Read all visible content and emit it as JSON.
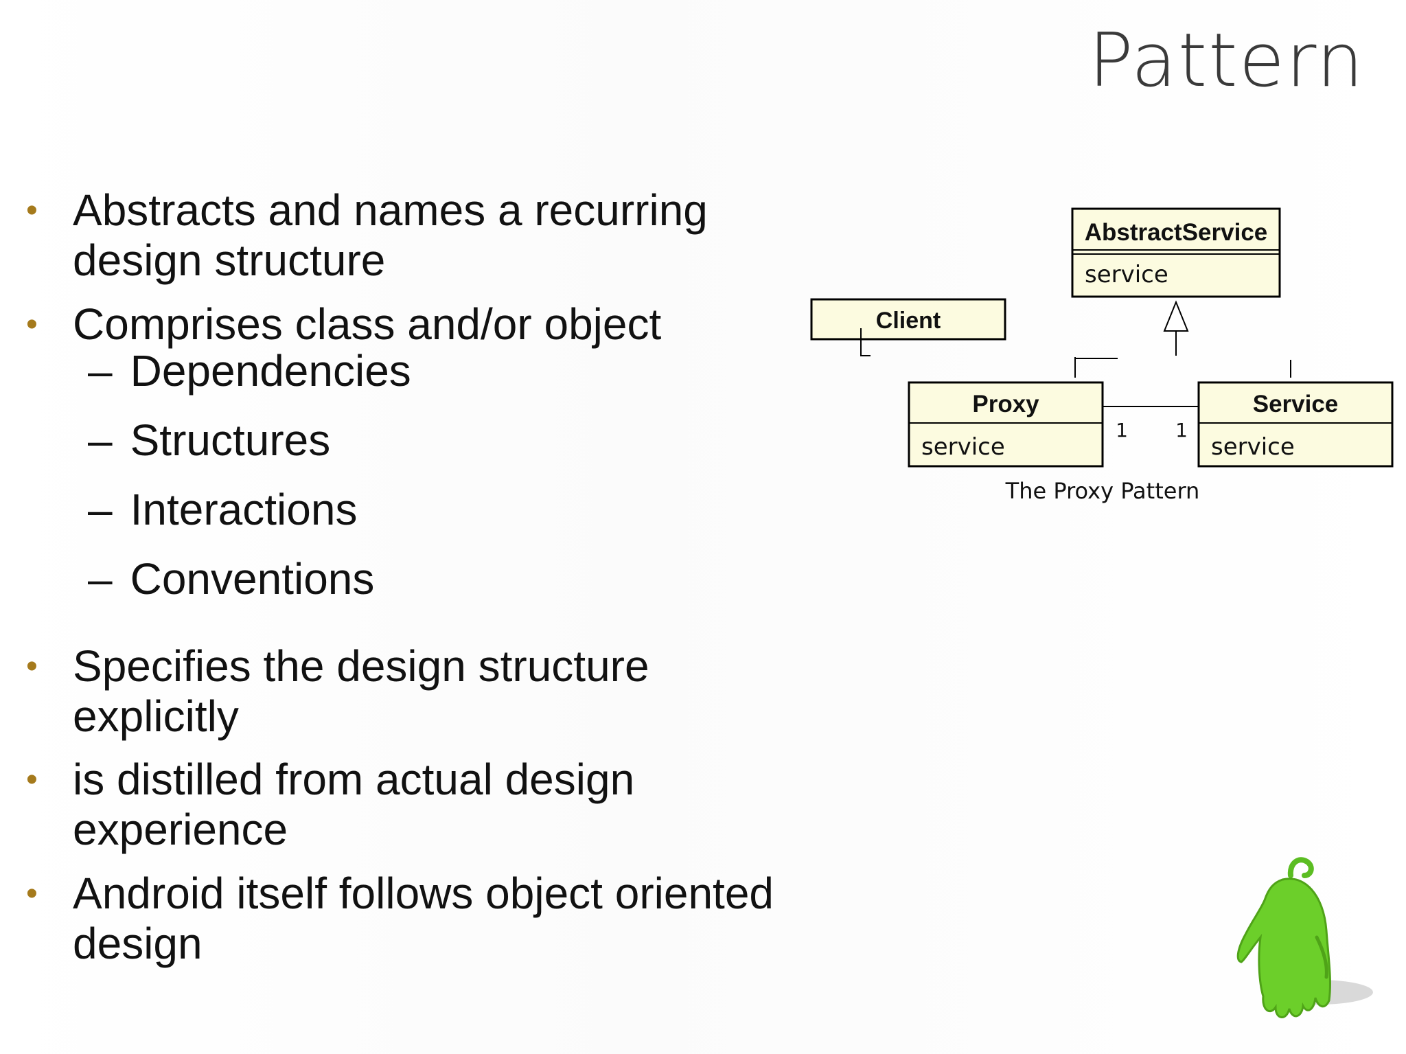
{
  "slide": {
    "title": "Pattern",
    "bullets": [
      {
        "text": "Abstracts and names a recurring design structure"
      },
      {
        "text": "Comprises class and/or object"
      },
      {
        "text": "Specifies the design structure explicitly"
      },
      {
        "text": "is distilled from actual design experience"
      },
      {
        "text": "Android itself follows object oriented design"
      }
    ],
    "sub_bullets": [
      "Dependencies",
      "Structures",
      "Interactions",
      "Conventions"
    ],
    "bullet_marker": "•",
    "sub_marker": "–",
    "colors": {
      "bullet_marker": "#a57a1c",
      "uml_fill": "#fcfbe0",
      "mascot": "#6ccf2a"
    }
  },
  "diagram": {
    "abstract_service": {
      "name": "AbstractService",
      "attribute": "service"
    },
    "client": {
      "name": "Client"
    },
    "proxy": {
      "name": "Proxy",
      "attribute": "service"
    },
    "service": {
      "name": "Service",
      "attribute": "service"
    },
    "multiplicity_left": "1",
    "multiplicity_right": "1",
    "caption": "The Proxy Pattern"
  },
  "mascot": {
    "icon": "android-mascot-icon"
  }
}
